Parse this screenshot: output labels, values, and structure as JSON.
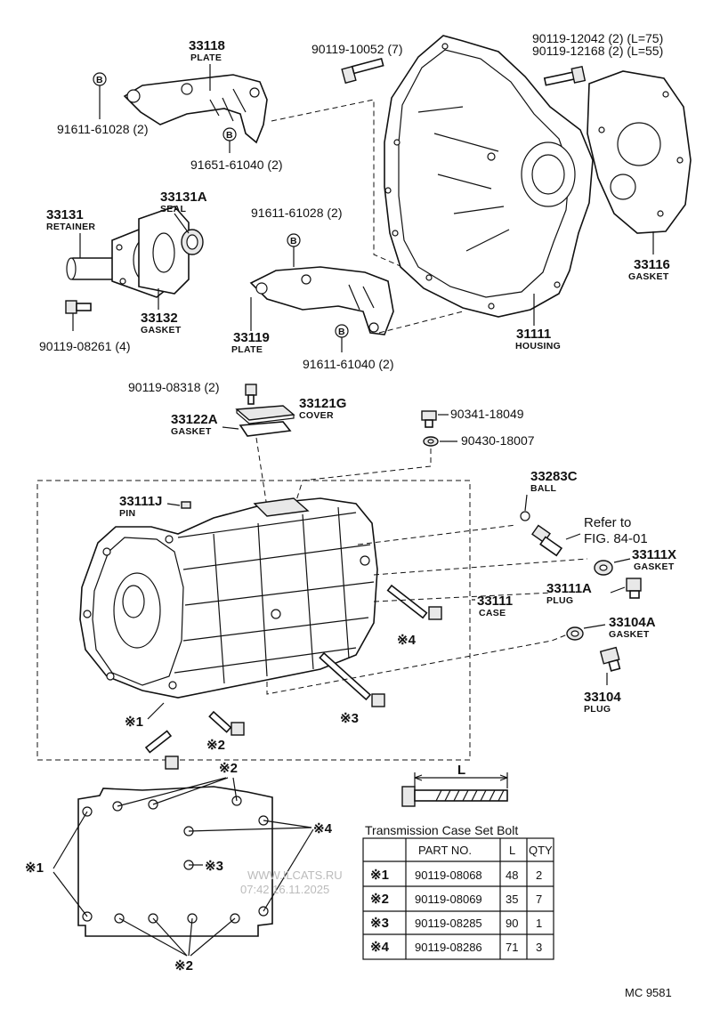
{
  "parts": {
    "p33118": {
      "num": "33118",
      "name": "PLATE"
    },
    "p91611_61028_a": {
      "num": "91611-61028 (2)"
    },
    "p91651_61040": {
      "num": "91651-61040 (2)"
    },
    "p90119_10052": {
      "num": "90119-10052 (7)"
    },
    "p90119_12042": {
      "num": "90119-12042 (2) (L=75)"
    },
    "p90119_12168": {
      "num": "90119-12168 (2) (L=55)"
    },
    "p33131A": {
      "num": "33131A",
      "name": "SEAL"
    },
    "p33131": {
      "num": "33131",
      "name": "RETAINER"
    },
    "p33132": {
      "num": "33132",
      "name": "GASKET"
    },
    "p90119_08261": {
      "num": "90119-08261 (4)"
    },
    "p91611_61028_b": {
      "num": "91611-61028 (2)"
    },
    "p33119": {
      "num": "33119",
      "name": "PLATE"
    },
    "p91611_61040": {
      "num": "91611-61040 (2)"
    },
    "p33116": {
      "num": "33116",
      "name": "GASKET"
    },
    "p31111": {
      "num": "31111",
      "name": "HOUSING"
    },
    "p90119_08318": {
      "num": "90119-08318 (2)"
    },
    "p33121G": {
      "num": "33121G",
      "name": "COVER"
    },
    "p33122A": {
      "num": "33122A",
      "name": "GASKET"
    },
    "p90341_18049": {
      "num": "90341-18049"
    },
    "p90430_18007": {
      "num": "90430-18007"
    },
    "p33283C": {
      "num": "33283C",
      "name": "BALL"
    },
    "p33111J": {
      "num": "33111J",
      "name": "PIN"
    },
    "p33111X": {
      "num": "33111X",
      "name": "GASKET"
    },
    "p33111A": {
      "num": "33111A",
      "name": "PLUG"
    },
    "p33111": {
      "num": "33111",
      "name": "CASE"
    },
    "p33104A": {
      "num": "33104A",
      "name": "GASKET"
    },
    "p33104": {
      "num": "33104",
      "name": "PLUG"
    }
  },
  "circle_b": "B",
  "reference": {
    "line1": "Refer to",
    "line2": "FIG. 84-01"
  },
  "bolt_marks": {
    "m1": "※1",
    "m2": "※2",
    "m3": "※3",
    "m4": "※4"
  },
  "dimension_label": "L",
  "bolt_table": {
    "title": "Transmission Case Set Bolt",
    "headers": [
      "",
      "PART NO.",
      "L",
      "QTY"
    ],
    "rows": [
      [
        "※1",
        "90119-08068",
        "48",
        "2"
      ],
      [
        "※2",
        "90119-08069",
        "35",
        "7"
      ],
      [
        "※3",
        "90119-08285",
        "90",
        "1"
      ],
      [
        "※4",
        "90119-08286",
        "71",
        "3"
      ]
    ]
  },
  "watermark": {
    "line1": "WWW.ILCATS.RU",
    "line2": "07:42 16.11.2025"
  },
  "figure_code": "MC  9581"
}
